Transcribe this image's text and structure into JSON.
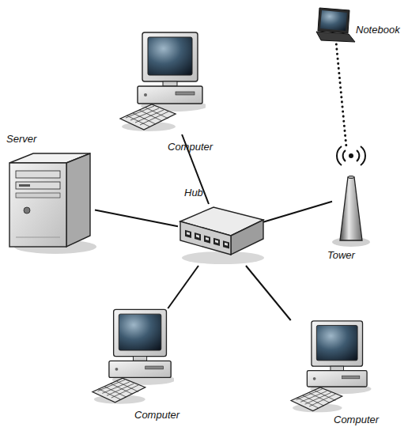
{
  "diagram": {
    "nodes": [
      {
        "text": [
          "Computer"
        ]
      },
      {
        "text": [
          "Notebook"
        ]
      },
      {
        "text": [
          "Server"
        ]
      },
      {
        "text": [
          "Hub"
        ]
      },
      {
        "text": [
          "Tower"
        ]
      },
      {
        "text": [
          "Computer"
        ]
      },
      {
        "text": [
          "Computer"
        ]
      }
    ],
    "edges": [
      {
        "from": 3,
        "to": 0,
        "arrow": "none"
      },
      {
        "from": 3,
        "to": 2,
        "arrow": "none"
      },
      {
        "from": 3,
        "to": 4,
        "arrow": "none"
      },
      {
        "from": 3,
        "to": 5,
        "arrow": "none"
      },
      {
        "from": 3,
        "to": 6,
        "arrow": "none"
      },
      {
        "from": 1,
        "to": 4,
        "arrow": "none"
      }
    ]
  }
}
